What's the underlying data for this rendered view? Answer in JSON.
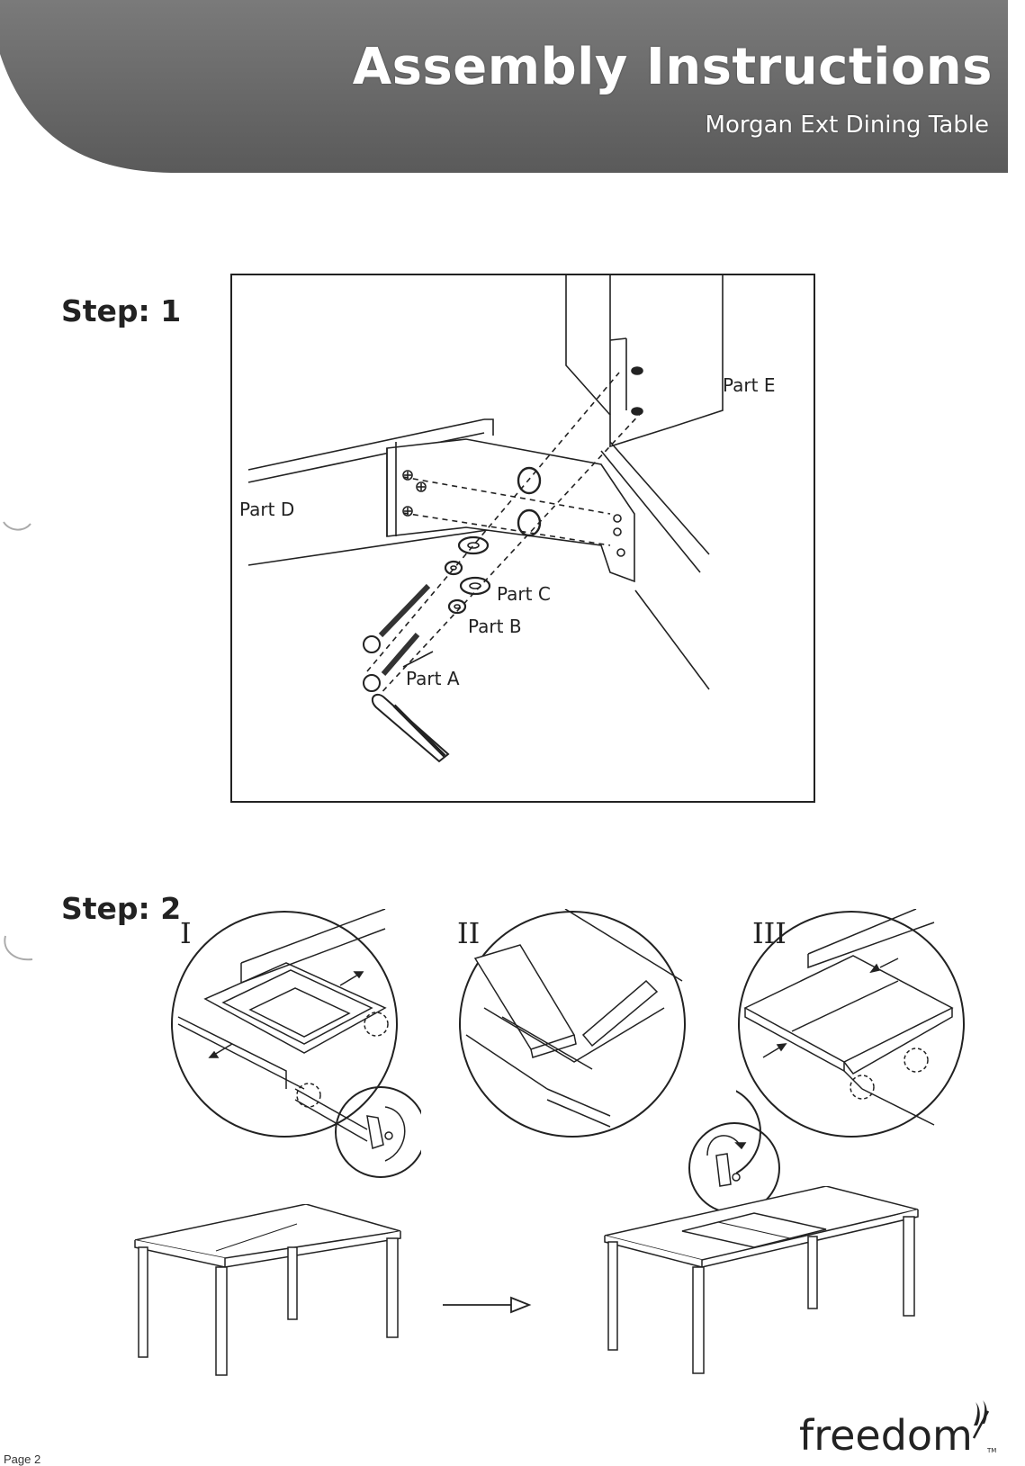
{
  "header": {
    "title": "Assembly Instructions",
    "subtitle": "Morgan Ext Dining Table",
    "band_color": "#6a6a6a"
  },
  "step1": {
    "label": "Step: 1",
    "parts": {
      "part_e": "Part E",
      "part_d": "Part D",
      "part_c": "Part C",
      "part_b": "Part B",
      "part_a": "Part A"
    }
  },
  "step2": {
    "label": "Step: 2",
    "stages": [
      "I",
      "II",
      "III"
    ]
  },
  "footer": {
    "page": "Page 2",
    "brand": "freedom",
    "trademark": "TM"
  }
}
